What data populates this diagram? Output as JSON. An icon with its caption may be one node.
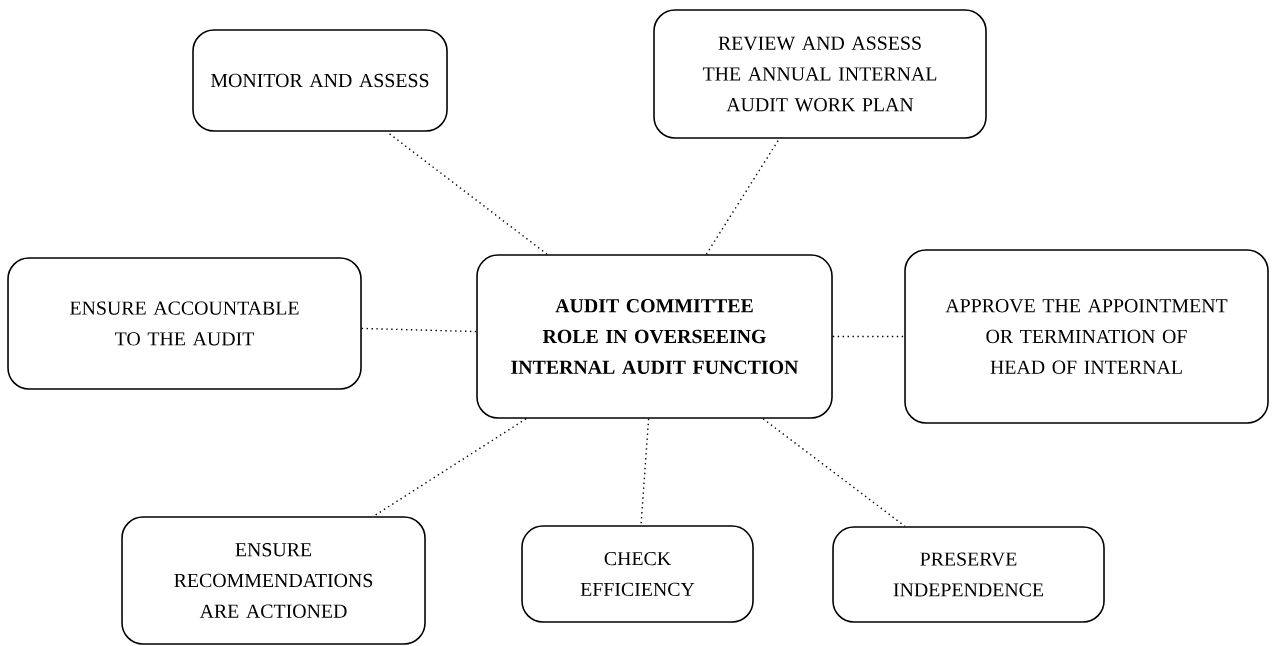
{
  "diagram": {
    "nodes": [
      {
        "text": [
          "AUDIT COMMITTEE ROLE IN OVERSEEING INTERNAL AUDIT FUNCTION"
        ]
      },
      {
        "text": [
          "MONITOR AND ASSESS"
        ]
      },
      {
        "text": [
          "REVIEW AND ASSESS THE ANNUAL INTERNAL AUDIT WORK PLAN"
        ]
      },
      {
        "text": [
          "ENSURE ACCOUNTABLE TO THE AUDIT"
        ]
      },
      {
        "text": [
          "APPROVE THE APPOINTMENT OR TERMINATION OF HEAD OF INTERNAL"
        ]
      },
      {
        "text": [
          "ENSURE RECOMMENDATIONS ARE ACTIONED"
        ]
      },
      {
        "text": [
          "CHECK EFFICIENCY"
        ]
      },
      {
        "text": [
          "PRESERVE INDEPENDENCE"
        ]
      }
    ],
    "edges": [
      {
        "from": 0,
        "to": 1,
        "arrow": "none"
      },
      {
        "from": 0,
        "to": 2,
        "arrow": "none"
      },
      {
        "from": 0,
        "to": 3,
        "arrow": "none"
      },
      {
        "from": 0,
        "to": 4,
        "arrow": "none"
      },
      {
        "from": 0,
        "to": 5,
        "arrow": "none"
      },
      {
        "from": 0,
        "to": 6,
        "arrow": "none"
      },
      {
        "from": 0,
        "to": 7,
        "arrow": "none"
      }
    ]
  }
}
